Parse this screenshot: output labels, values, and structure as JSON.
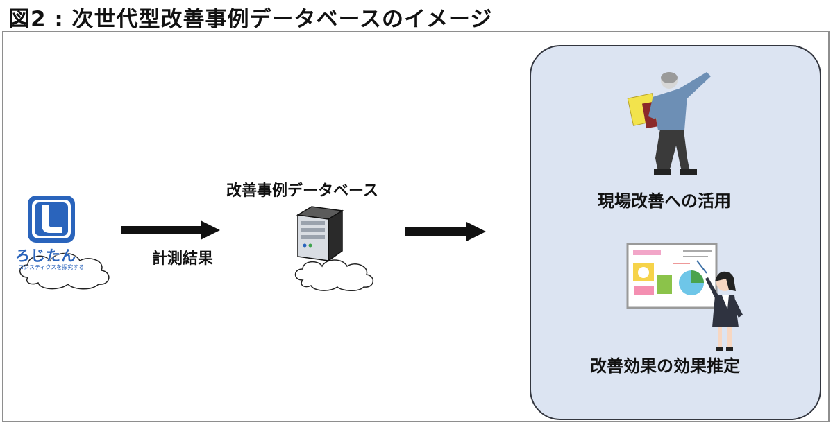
{
  "figure": {
    "title": "図2 : 次世代型改善事例データベースのイメージ"
  },
  "app": {
    "name": "ろじたん",
    "tagline": "ロジスティクスを探究する"
  },
  "diagram": {
    "measurement_label": "計測結果",
    "database_label": "改善事例データベース",
    "site_improvement_label": "現場改善への活用",
    "effect_estimation_label": "改善効果の効果推定"
  },
  "colors": {
    "panel_fill": "#dce4f2",
    "panel_border": "#33363f",
    "logo_blue": "#2a64bc"
  },
  "icons": [
    "app-logo-icon",
    "cloud-icon",
    "arrow-right-icon",
    "server-icon",
    "pointing-man-icon",
    "presenter-woman-icon"
  ]
}
